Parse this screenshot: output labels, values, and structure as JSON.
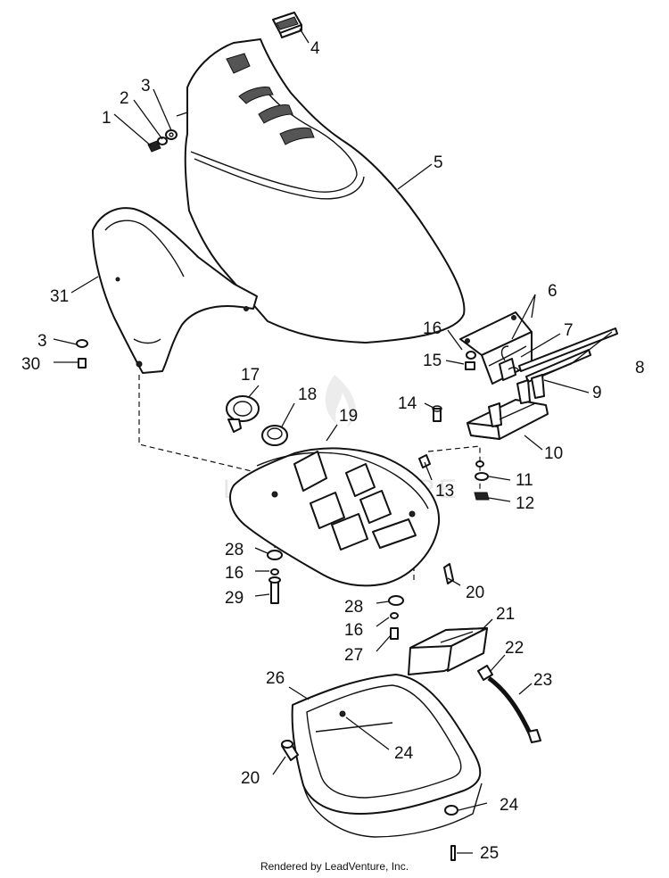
{
  "diagram": {
    "watermark": "LEADVENTURE",
    "callouts": {
      "c1": "1",
      "c2": "2",
      "c3a": "3",
      "c4": "4",
      "c5": "5",
      "c31": "31",
      "c3b": "3",
      "c30": "30",
      "c6": "6",
      "c7": "7",
      "c8": "8",
      "c9": "9",
      "c16a": "16",
      "c15": "15",
      "c14": "14",
      "c10": "10",
      "c13": "13",
      "c11": "11",
      "c12": "12",
      "c17": "17",
      "c18": "18",
      "c19": "19",
      "c28a": "28",
      "c16b": "16",
      "c29": "29",
      "c20a": "20",
      "c28b": "28",
      "c16c": "16",
      "c27": "27",
      "c21": "21",
      "c22": "22",
      "c23": "23",
      "c26": "26",
      "c24a": "24",
      "c20b": "20",
      "c24b": "24",
      "c25": "25"
    }
  },
  "footer": {
    "credit": "Rendered by LeadVenture, Inc."
  }
}
